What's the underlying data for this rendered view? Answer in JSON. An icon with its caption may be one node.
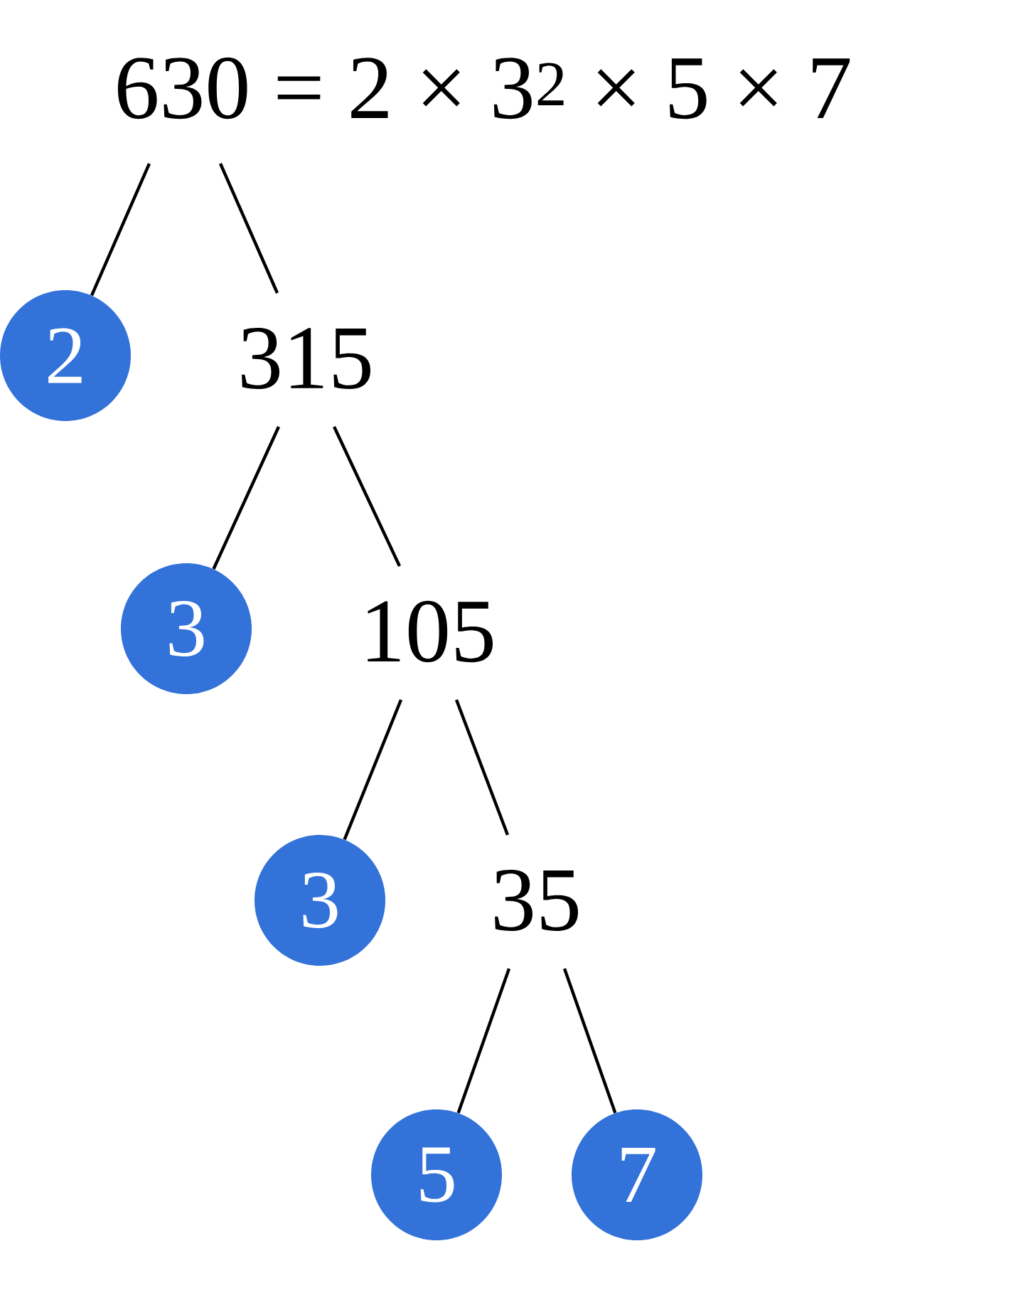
{
  "diagram": {
    "nodes": [
      {
        "text": [
          "630 = 2 × 3$^{2}$ × 5 × 7"
        ]
      },
      {
        "text": [
          "2"
        ]
      },
      {
        "text": [
          "315"
        ]
      },
      {
        "text": [
          "3"
        ]
      },
      {
        "text": [
          "105"
        ]
      },
      {
        "text": [
          "3"
        ]
      },
      {
        "text": [
          "35"
        ]
      },
      {
        "text": [
          "5"
        ]
      },
      {
        "text": [
          "7"
        ]
      }
    ],
    "edges": [
      {
        "from": 0,
        "to": 1,
        "arrow": "none"
      },
      {
        "from": 0,
        "to": 2,
        "arrow": "none"
      },
      {
        "from": 2,
        "to": 3,
        "arrow": "none"
      },
      {
        "from": 2,
        "to": 4,
        "arrow": "none"
      },
      {
        "from": 4,
        "to": 5,
        "arrow": "none"
      },
      {
        "from": 4,
        "to": 6,
        "arrow": "none"
      },
      {
        "from": 6,
        "to": 7,
        "arrow": "none"
      },
      {
        "from": 6,
        "to": 8,
        "arrow": "none"
      }
    ]
  }
}
